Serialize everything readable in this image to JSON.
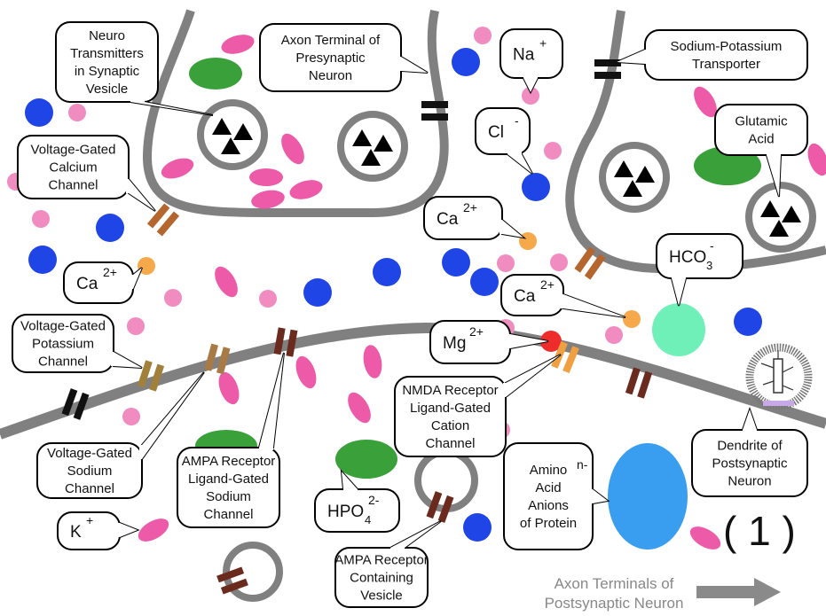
{
  "callouts": {
    "neurotransmitters": {
      "lines": [
        "Neuro",
        "Transmitters",
        "in Synaptic",
        "Vesicle"
      ]
    },
    "axon_terminal": {
      "lines": [
        "Axon Terminal of",
        "Presynaptic",
        "Neuron"
      ]
    },
    "sodium": {
      "symbol": "Na",
      "sup": "+"
    },
    "na_k_transporter": {
      "lines": [
        "Sodium-Potassium",
        "Transporter"
      ]
    },
    "chloride": {
      "symbol": "Cl",
      "sup": "-"
    },
    "glutamic_acid": {
      "lines": [
        "Glutamic",
        "Acid"
      ]
    },
    "vg_calcium": {
      "lines": [
        "Voltage-Gated",
        "Calcium",
        "Channel"
      ]
    },
    "calcium_1": {
      "symbol": "Ca",
      "sup": "2+"
    },
    "bicarbonate": {
      "symbol": "HCO",
      "sub": "3",
      "sup": "-"
    },
    "calcium_2": {
      "symbol": "Ca",
      "sup": "2+"
    },
    "calcium_3": {
      "symbol": "Ca",
      "sup": "2+"
    },
    "magnesium": {
      "symbol": "Mg",
      "sup": "2+"
    },
    "vg_potassium": {
      "lines": [
        "Voltage-Gated",
        "Potassium",
        "Channel"
      ]
    },
    "nmda": {
      "lines": [
        "NMDA Receptor",
        "Ligand-Gated",
        "Cation",
        "Channel"
      ]
    },
    "dendrite": {
      "lines": [
        "Dendrite of",
        "Postsynaptic",
        "Neuron"
      ]
    },
    "vg_sodium": {
      "lines": [
        "Voltage-Gated",
        "Sodium",
        "Channel"
      ]
    },
    "ampa": {
      "lines": [
        "AMPA Receptor",
        "Ligand-Gated",
        "Sodium",
        "Channel"
      ]
    },
    "amino_acid": {
      "lines": [
        "Amino",
        "Acid",
        "Anions",
        "of Protein"
      ],
      "sup": "n-"
    },
    "hydrogen_phosphate": {
      "symbol": "HPO",
      "sub": "4",
      "sup": "2-"
    },
    "potassium": {
      "symbol": "K",
      "sup": "+"
    },
    "ampa_vesicle": {
      "lines": [
        "AMPA Receptor",
        "Containing",
        "Vesicle"
      ]
    }
  },
  "figure_number": "( 1 )",
  "footer": {
    "lines": [
      "Axon Terminals of",
      "Postsynaptic Neuron"
    ]
  },
  "colors": {
    "membrane": "#808080",
    "sodium_ion": "#f08cc0",
    "chloride_ion": "#1f45e6",
    "calcium_ion": "#f5a94a",
    "magnesium_ion": "#ee2c2c",
    "bicarbonate_ion": "#6ff0b8",
    "glutamate_blob": "#ec5aa8",
    "phosphate_blob": "#3aa03a",
    "protein_anion": "#3a9ef0"
  }
}
